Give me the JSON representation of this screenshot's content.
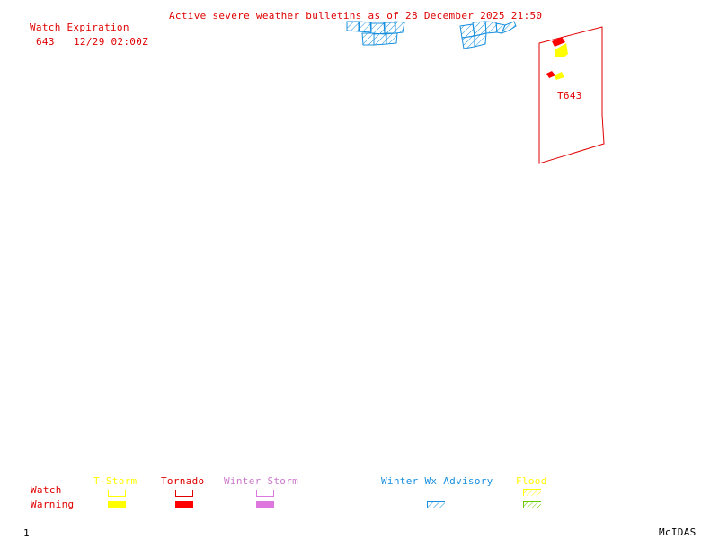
{
  "header": {
    "title": "Active severe weather bulletins as of 28 December 2025 21:50"
  },
  "watch_expiration": {
    "heading": "Watch Expiration",
    "entries": [
      {
        "watch_number": "643",
        "expires": "12/29 02:00Z"
      }
    ]
  },
  "map": {
    "watch_box_label": "T643",
    "watch_box_type": "Tornado",
    "colors": {
      "tornado": "#ff0000",
      "tstorm": "#ffff00",
      "winter_storm": "#dd77dd",
      "winter_wx_advisory": "#1890e0",
      "flood_watch": "#ffff00",
      "flood_warning": "#66cc00"
    }
  },
  "legend": {
    "row_labels": {
      "watch": "Watch",
      "warning": "Warning"
    },
    "columns": [
      {
        "label": "T-Storm",
        "watch": "outline",
        "warning": "filled"
      },
      {
        "label": "Tornado",
        "watch": "outline",
        "warning": "filled"
      },
      {
        "label": "Winter Storm",
        "watch": "outline",
        "warning": "filled"
      },
      {
        "label": "Winter Wx Advisory",
        "watch": "",
        "warning": "hatched"
      },
      {
        "label": "Flood",
        "watch": "hatched",
        "warning": "hatched"
      }
    ]
  },
  "footer": {
    "frame_number": "1",
    "brand": "McIDAS"
  }
}
